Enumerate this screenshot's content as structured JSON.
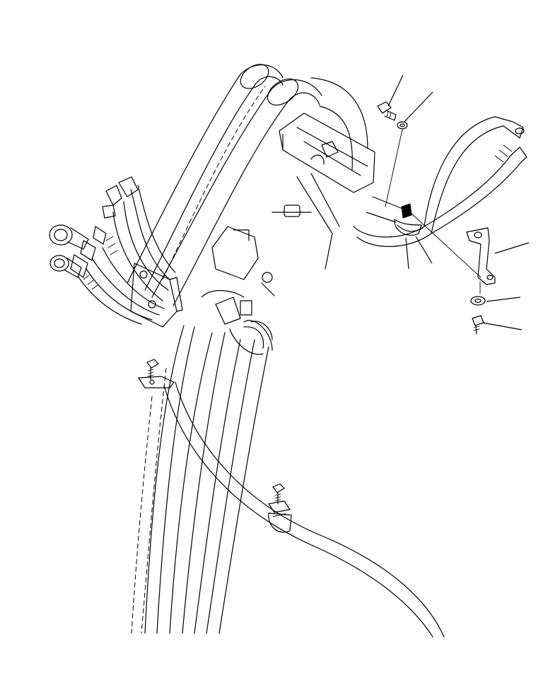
{
  "drawing": {
    "kind": "exploded parts diagram (hydraulic hose routing with clamps and brackets)",
    "callouts": [
      {
        "part": "bolt-upper"
      },
      {
        "part": "washer-upper"
      },
      {
        "part": "clamp-pad"
      },
      {
        "part": "clamp"
      },
      {
        "part": "clamp-half-left"
      },
      {
        "part": "clamp-half-right"
      },
      {
        "part": "bracket"
      },
      {
        "part": "washer-lower"
      },
      {
        "part": "bolt-lower"
      }
    ]
  }
}
